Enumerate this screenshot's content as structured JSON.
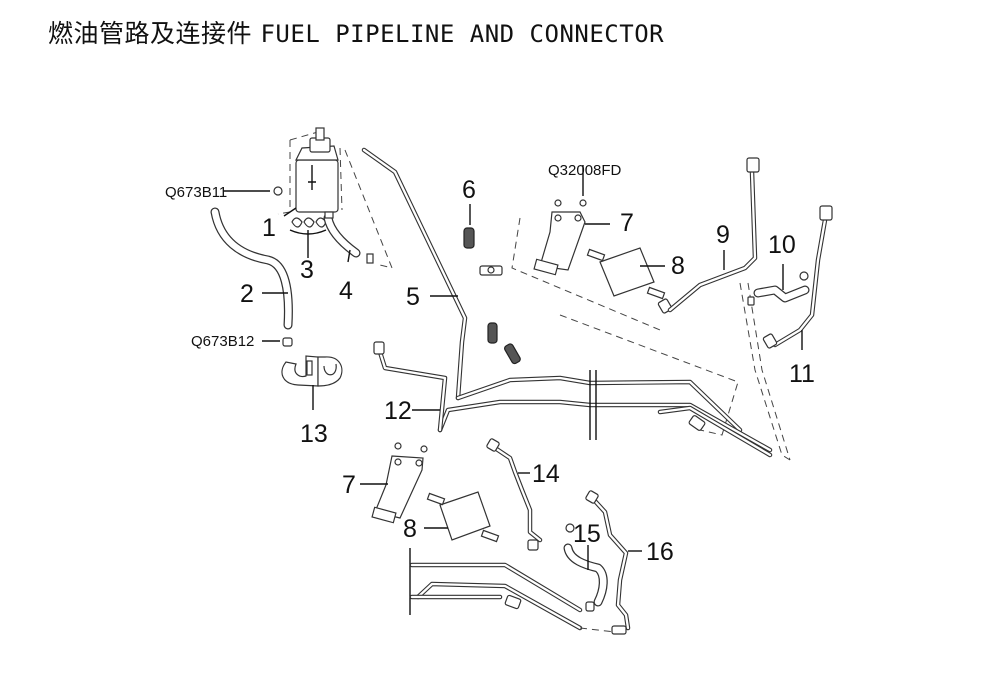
{
  "title": {
    "chinese": "燃油管路及连接件",
    "english": "FUEL PIPELINE AND CONNECTOR"
  },
  "callouts": [
    {
      "id": "1",
      "label": "1"
    },
    {
      "id": "2",
      "label": "2"
    },
    {
      "id": "3",
      "label": "3"
    },
    {
      "id": "4",
      "label": "4"
    },
    {
      "id": "5",
      "label": "5"
    },
    {
      "id": "6",
      "label": "6"
    },
    {
      "id": "7a",
      "label": "7"
    },
    {
      "id": "8a",
      "label": "8"
    },
    {
      "id": "9",
      "label": "9"
    },
    {
      "id": "10",
      "label": "10"
    },
    {
      "id": "11",
      "label": "11"
    },
    {
      "id": "12",
      "label": "12"
    },
    {
      "id": "13",
      "label": "13"
    },
    {
      "id": "7b",
      "label": "7"
    },
    {
      "id": "8b",
      "label": "8"
    },
    {
      "id": "14",
      "label": "14"
    },
    {
      "id": "15",
      "label": "15"
    },
    {
      "id": "16",
      "label": "16"
    }
  ],
  "part_codes": [
    {
      "id": "q673b11",
      "label": "Q673B11"
    },
    {
      "id": "q673b12",
      "label": "Q673B12"
    },
    {
      "id": "q32008fd",
      "label": "Q32008FD"
    }
  ]
}
